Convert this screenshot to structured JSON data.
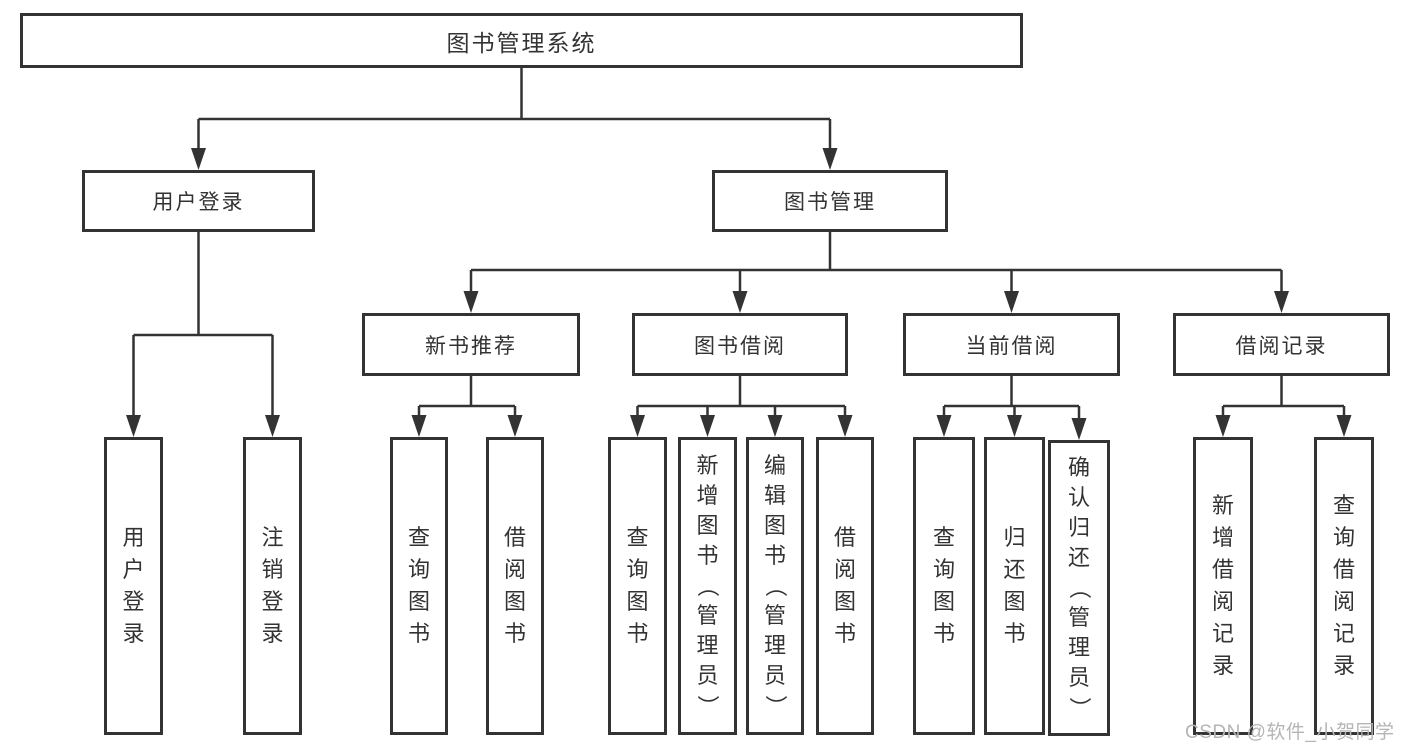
{
  "tree": {
    "label": "图书管理系统",
    "children": [
      {
        "label": "用户登录",
        "children": [
          {
            "label": "用户登录"
          },
          {
            "label": "注销登录"
          }
        ]
      },
      {
        "label": "图书管理",
        "children": [
          {
            "label": "新书推荐",
            "children": [
              {
                "label": "查询图书"
              },
              {
                "label": "借阅图书"
              }
            ]
          },
          {
            "label": "图书借阅",
            "children": [
              {
                "label": "查询图书"
              },
              {
                "label": "新增图书（管理员）"
              },
              {
                "label": "编辑图书（管理员）"
              },
              {
                "label": "借阅图书"
              }
            ]
          },
          {
            "label": "当前借阅",
            "children": [
              {
                "label": "查询图书"
              },
              {
                "label": "归还图书"
              },
              {
                "label": "确认归还（管理员）"
              }
            ]
          },
          {
            "label": "借阅记录",
            "children": [
              {
                "label": "新增借阅记录"
              },
              {
                "label": "查询借阅记录"
              }
            ]
          }
        ]
      }
    ]
  },
  "watermark": {
    "text": "CSDN @软件_小贺同学"
  },
  "colors": {
    "line": "#333333",
    "text": "#333333",
    "box_background": "#ffffff",
    "watermark": "#b5b5b5"
  }
}
